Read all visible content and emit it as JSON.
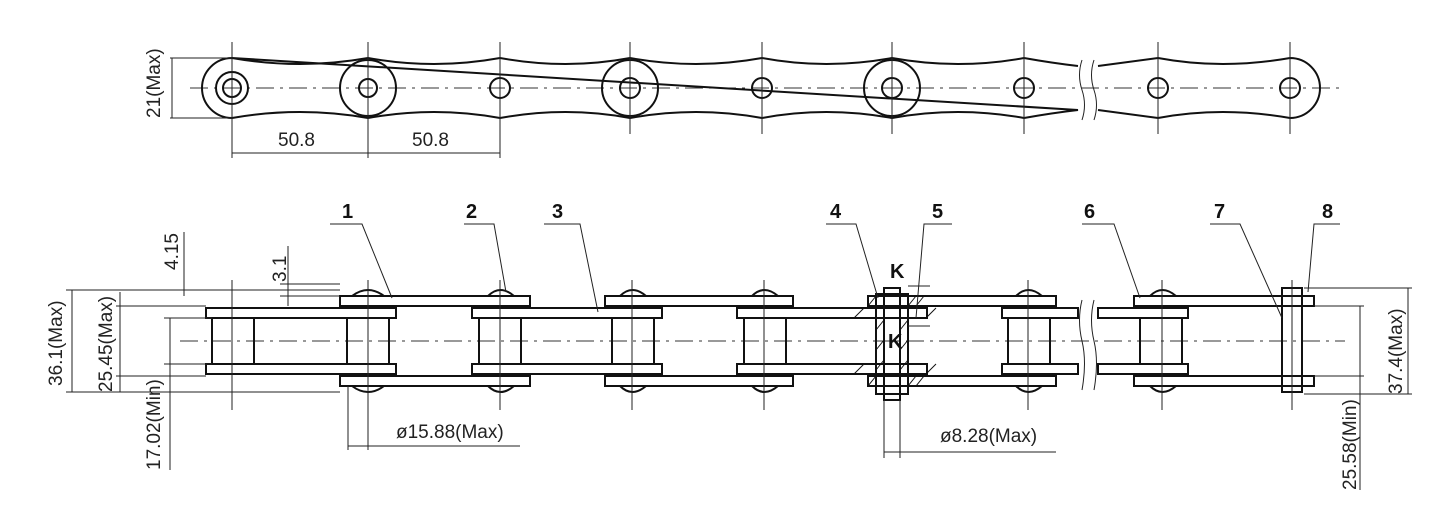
{
  "top_view": {
    "height_dim": "21(Max)",
    "pitch_dims": [
      "50.8",
      "50.8"
    ]
  },
  "side_view": {
    "callouts": [
      "1",
      "2",
      "3",
      "4",
      "5",
      "6",
      "7",
      "8"
    ],
    "section_marks": [
      "K",
      "K"
    ],
    "dims": {
      "plate_thickness": "4.15",
      "small_gap": "3.1",
      "overall_width_left": "36.1(Max)",
      "plate_width": "25.45(Max)",
      "inner_width": "17.02(Min)",
      "roller_dia": "ø15.88(Max)",
      "pin_dia": "ø8.28(Max)",
      "overall_width_right": "37.4(Max)",
      "inner_width_right": "25.58(Min)"
    }
  }
}
